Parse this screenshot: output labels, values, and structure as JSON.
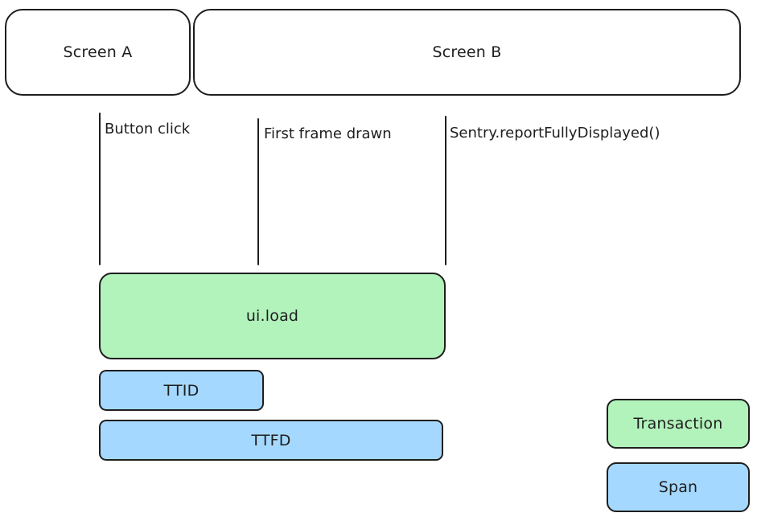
{
  "screens": {
    "screen_a": "Screen A",
    "screen_b": "Screen B"
  },
  "markers": {
    "button_click": "Button click",
    "first_frame": "First frame drawn",
    "fully_displayed": "Sentry.reportFullyDisplayed()"
  },
  "timeline": {
    "transaction": "ui.load",
    "ttid": "TTID",
    "ttfd": "TTFD"
  },
  "legend": {
    "transaction": "Transaction",
    "span": "Span"
  },
  "colors": {
    "transaction": "#b2f2bb",
    "span": "#a5d8ff",
    "stroke": "#1e1e1e"
  }
}
